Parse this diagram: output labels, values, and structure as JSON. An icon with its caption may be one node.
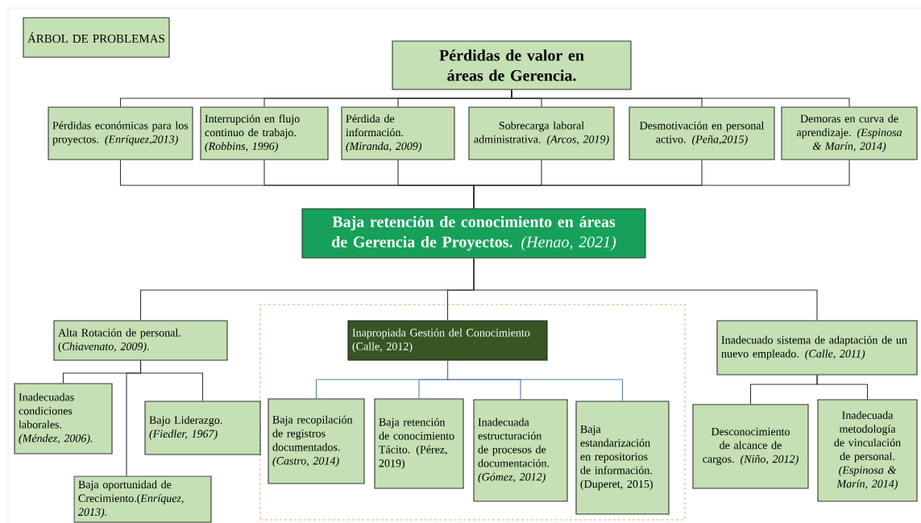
{
  "diagram": {
    "nodes": [
      {
        "text": [
          "ÁRBOL DE PROBLEMAS"
        ]
      },
      {
        "text": [
          "Pérdidas de valor en áreas de Gerencia."
        ]
      },
      {
        "text": [
          "Pérdidas económicas para los proyectos. *(Enríquez,2013)*"
        ]
      },
      {
        "text": [
          "Interrupción en flujo continuo de trabajo. *(Robbins, 1996)*"
        ]
      },
      {
        "text": [
          "Pérdida de información. *(Miranda, 2009)*"
        ]
      },
      {
        "text": [
          "Sobrecarga laboral administrativa. *(Arcos, 2019)*"
        ]
      },
      {
        "text": [
          "Desmotivación en personal activo. *(Peña,2015)*"
        ]
      },
      {
        "text": [
          "Demoras en curva de aprendizaje. *(Espinosa & Marín, 2014)*"
        ]
      },
      {
        "text": [
          "**Baja retención de conocimiento en áreas de Gerencia de Proyectos.** *(Henao, 2021)*"
        ]
      },
      {
        "text": [
          "Alta Rotación de personal. (*Chiavenato, 2009).*"
        ]
      },
      {
        "text": [],
        "shape": "box"
      },
      {
        "text": [
          "Inapropiada Gestión del Conocimiento (Calle, 2012)"
        ],
        "in": 10
      },
      {
        "text": [
          "Inadecuado sistema de adaptación de un nuevo empleado. *(Calle, 2011)*"
        ]
      },
      {
        "text": [
          "Inadecuadas condiciones laborales. *(Méndez, 2006).*"
        ]
      },
      {
        "text": [
          "Baja oportunidad de Crecimiento.(*Enríquez, 2013).*"
        ]
      },
      {
        "text": [
          "Bajo Liderazgo. *(Fiedler, 1967)*"
        ]
      },
      {
        "text": [
          "Baja recopilación de registros documentados. *(Castro, 2014)*"
        ],
        "in": 10
      },
      {
        "text": [
          "Baja retención de conocimiento Tácito. (Pérez, 2019)"
        ],
        "in": 10
      },
      {
        "text": [
          "Inadecuada estructuración de procesos de documentación. *(Gómez, 2012)*"
        ],
        "in": 10
      },
      {
        "text": [
          "Baja estandarización en repositorios de información. (Duperet, 2015)"
        ],
        "in": 10
      },
      {
        "text": [
          "Desconocimiento de alcance de cargos. *(Niño, 2012)*"
        ]
      },
      {
        "text": [
          "Inadecuada metodología de vinculación de personal. *(Espinosa & Marín, 2014)*"
        ]
      }
    ],
    "edges": [
      {
        "from": 1,
        "to": 2,
        "arrow": "none"
      },
      {
        "from": 1,
        "to": 3,
        "arrow": "none"
      },
      {
        "from": 1,
        "to": 4,
        "arrow": "none"
      },
      {
        "from": 1,
        "to": 5,
        "arrow": "none"
      },
      {
        "from": 1,
        "to": 6,
        "arrow": "none"
      },
      {
        "from": 1,
        "to": 7,
        "arrow": "none"
      },
      {
        "from": 2,
        "to": 8,
        "arrow": "none"
      },
      {
        "from": 3,
        "to": 8,
        "arrow": "none"
      },
      {
        "from": 4,
        "to": 8,
        "arrow": "none"
      },
      {
        "from": 5,
        "to": 8,
        "arrow": "none"
      },
      {
        "from": 6,
        "to": 8,
        "arrow": "none"
      },
      {
        "from": 7,
        "to": 8,
        "arrow": "none"
      },
      {
        "from": 8,
        "to": 9,
        "arrow": "none"
      },
      {
        "from": 8,
        "to": 11,
        "arrow": "none"
      },
      {
        "from": 8,
        "to": 12,
        "arrow": "none"
      },
      {
        "from": 9,
        "to": 13,
        "arrow": "none"
      },
      {
        "from": 9,
        "to": 14,
        "arrow": "none"
      },
      {
        "from": 9,
        "to": 15,
        "arrow": "none"
      },
      {
        "from": 11,
        "to": 16,
        "arrow": "none",
        "color": "#5b7ea6"
      },
      {
        "from": 11,
        "to": 17,
        "arrow": "none",
        "color": "#5b7ea6"
      },
      {
        "from": 11,
        "to": 18,
        "arrow": "none",
        "color": "#5b7ea6"
      },
      {
        "from": 11,
        "to": 19,
        "arrow": "none",
        "color": "#5b7ea6"
      },
      {
        "from": 12,
        "to": 20,
        "arrow": "none"
      },
      {
        "from": 12,
        "to": 21,
        "arrow": "none"
      }
    ]
  }
}
